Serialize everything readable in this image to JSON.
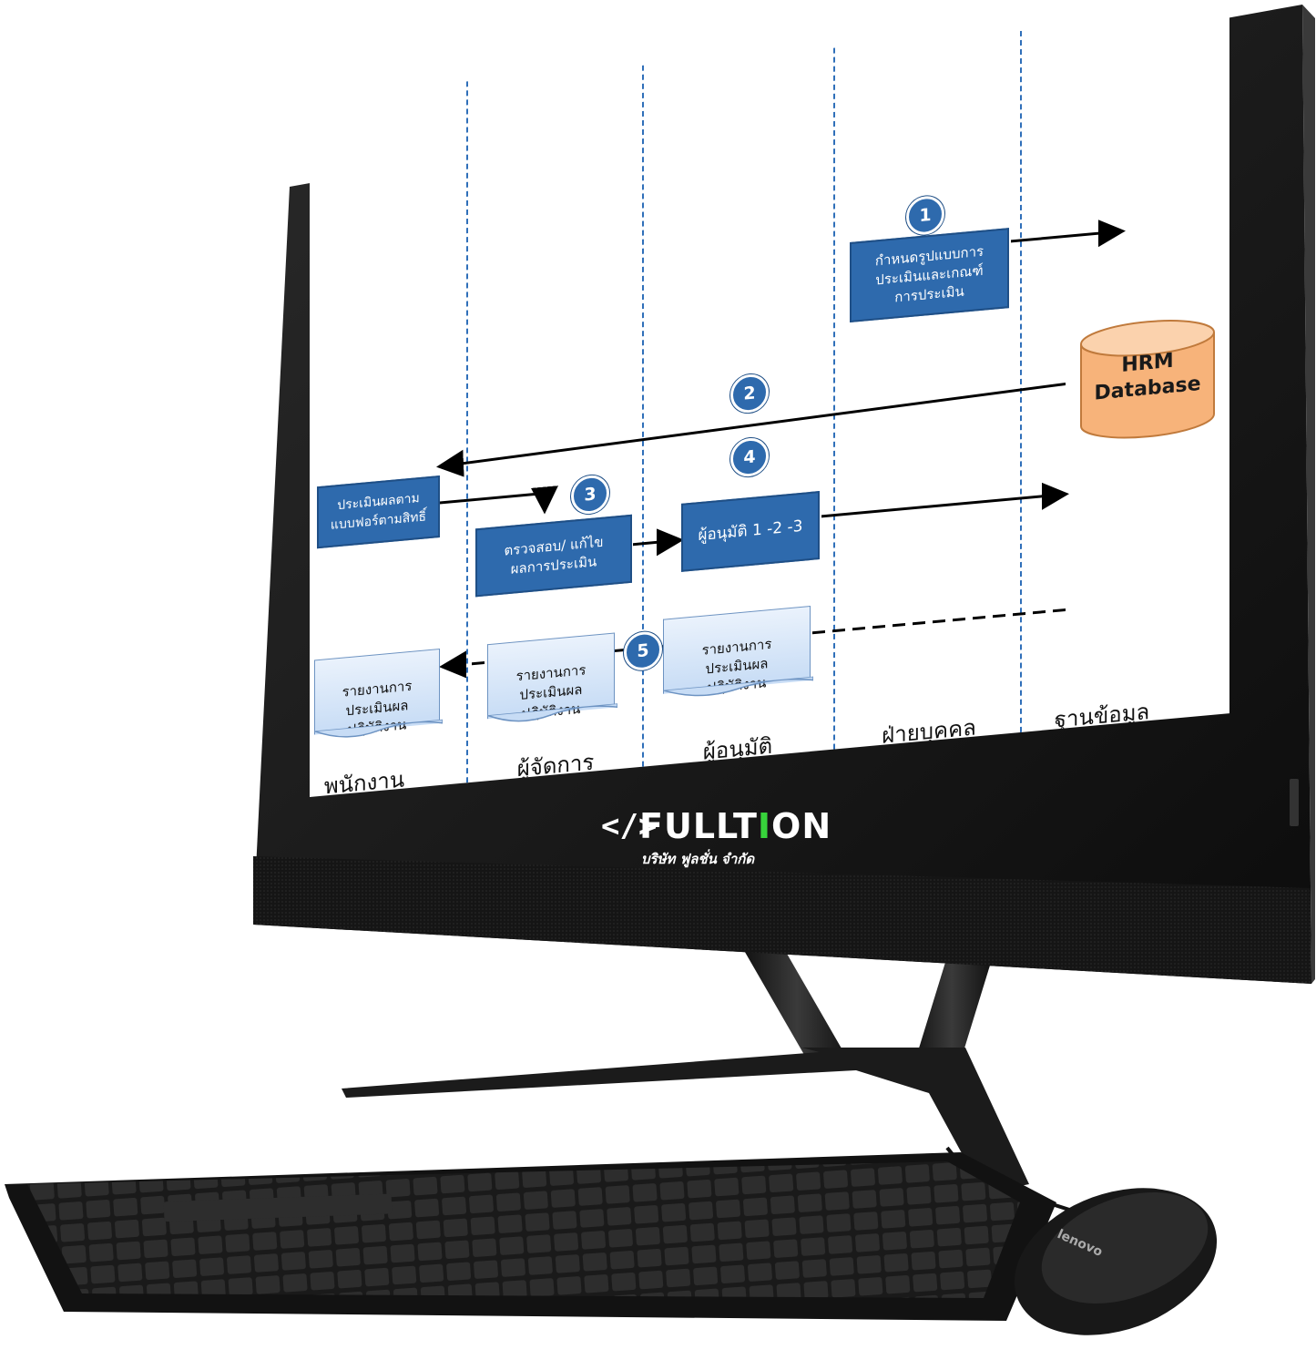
{
  "logo": {
    "code_mark": "</>",
    "brand_white": "FULLT",
    "brand_green": "I",
    "brand_white2": "ON",
    "tagline": "บริษัท ฟูลชั่น จำกัด"
  },
  "colors": {
    "box_fill": "#2e6aad",
    "lane_line": "#2f6fb9",
    "db_fill": "#f7b37a",
    "logo_green": "#37d33b"
  },
  "lanes": [
    {
      "label": "พนักงาน"
    },
    {
      "label": "ผู้จัดการ"
    },
    {
      "label": "ผู้อนุมัติ"
    },
    {
      "label": "ฝ่ายบุคคล"
    },
    {
      "label": "ฐานข้อมูล"
    }
  ],
  "steps": {
    "s1": {
      "num": "1",
      "text": "กำหนดรูปแบบการ\nประเมินและเกณฑ์\nการประเมิน"
    },
    "s2": {
      "num": "2"
    },
    "s_emp": {
      "text": "ประเมินผลตาม\nแบบฟอร์ตามสิทธิ์"
    },
    "s3": {
      "num": "3",
      "text": "ตรวจสอบ/ แก้ไข\nผลการประเมิน"
    },
    "s4": {
      "num": "4",
      "text": "ผู้อนุมัติ 1 -2 -3"
    },
    "s5": {
      "num": "5"
    }
  },
  "reports": [
    {
      "text": "รายงานการ\nประเมินผล\nปฏิบัติงาน"
    },
    {
      "text": "รายงานการ\nประเมินผล\nปฏิบัติงาน"
    },
    {
      "text": "รายงานการ\nประเมินผล\nปฏิบัติงาน"
    }
  ],
  "database": {
    "label": "HRM\nDatabase"
  }
}
